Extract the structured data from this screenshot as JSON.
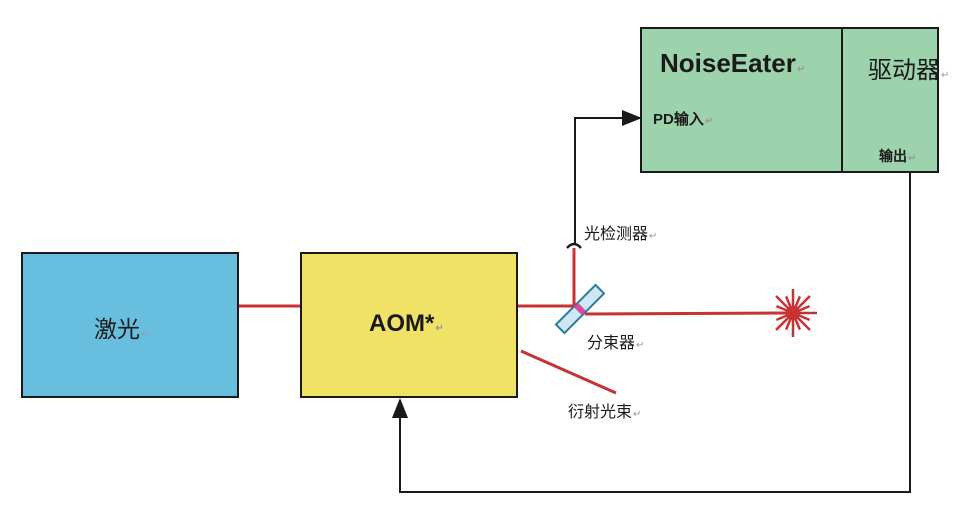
{
  "colors": {
    "laser_box": "#68BEDF",
    "aom_box": "#F0E266",
    "controller_box": "#9CD3AC",
    "beam": "#C83232",
    "signal": "#1a1a1a",
    "splitter_fill": "#CDE8F4",
    "splitter_edge": "#2E7C98",
    "splitter_spot": "#D6338A"
  },
  "blocks": {
    "laser": {
      "label": "激光"
    },
    "aom": {
      "label": "AOM*"
    },
    "noise_eater": {
      "label": "NoiseEater",
      "input_label": "PD输入"
    },
    "driver": {
      "label": "驱动器",
      "output_label": "输出"
    }
  },
  "labels": {
    "photodetector": "光检测器",
    "beam_splitter": "分束器",
    "diffracted_beam": "衍射光束"
  },
  "return_mark": "↵"
}
